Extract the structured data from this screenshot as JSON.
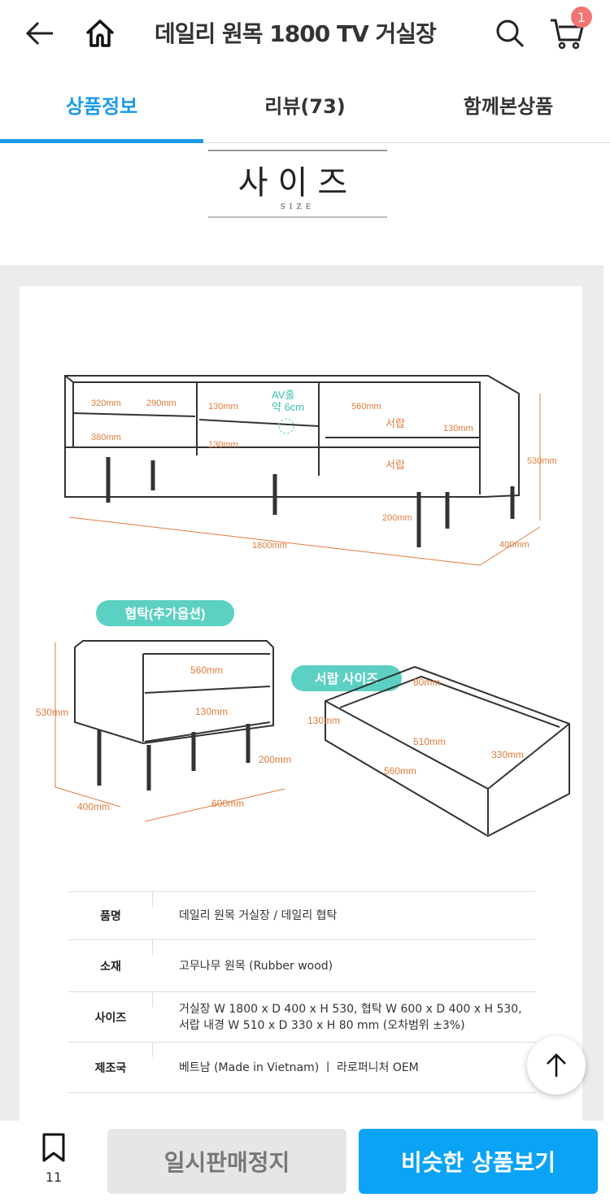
{
  "header": {
    "title": "데일리 원목 1800 TV 거실장",
    "cart_count": "1"
  },
  "tabs": [
    {
      "label": "상품정보",
      "active": true
    },
    {
      "label": "리뷰(73)"
    },
    {
      "label": "함께본상품"
    }
  ],
  "size_heading": {
    "ko": "사이즈",
    "en": "SIZE"
  },
  "diagram": {
    "tv_stand": {
      "labels": [
        "320mm",
        "290mm",
        "130mm",
        "AV홀",
        "약 6cm",
        "560mm",
        "서랍",
        "130mm",
        "380mm",
        "130mm",
        "서랍",
        "530mm",
        "200mm",
        "1800mm",
        "400mm"
      ]
    },
    "side_table": {
      "title": "협탁(추가옵션)",
      "labels": [
        "560mm",
        "130mm",
        "530mm",
        "200mm",
        "400mm",
        "600mm"
      ]
    },
    "drawer": {
      "title": "서랍 사이즈",
      "labels": [
        "80mm",
        "130mm",
        "510mm",
        "330mm",
        "560mm"
      ]
    },
    "colors": {
      "dimension": "#e07b3c",
      "teal": "#5cd0c2"
    }
  },
  "spec_table": [
    {
      "key": "품명",
      "value": "데일리 원목 거실장 / 데일리 협탁"
    },
    {
      "key": "소재",
      "value": "고무나무 원목 (Rubber wood)"
    },
    {
      "key": "사이즈",
      "value": "거실장  W 1800 x D 400 x H 530, 협탁  W 600 x D 400 x H 530,",
      "value2": "서랍 내경  W 510 x D 330 x H 80 mm (오차범위 ±3%)"
    },
    {
      "key": "제조국",
      "value": "베트남 (Made in Vietnam) ㅣ 라로퍼니처 OEM"
    }
  ],
  "bottom": {
    "bookmark_count": "11",
    "soldout_label": "일시판매정지",
    "similar_label": "비슷한 상품보기"
  }
}
